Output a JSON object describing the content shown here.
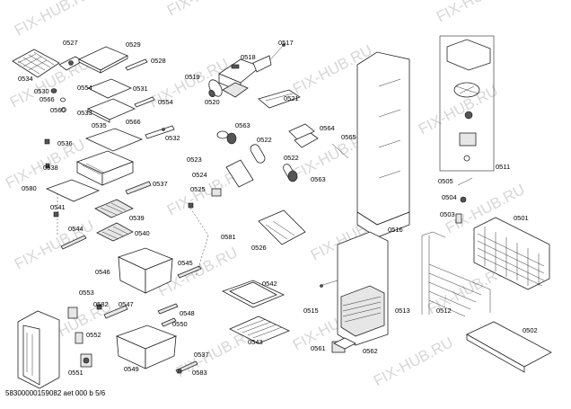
{
  "watermark": "FIX-HUB.RU",
  "footer": "58300000159082 aet 000 b 5/6",
  "parts": [
    "0527",
    "0529",
    "0534",
    "0528",
    "0530",
    "0566",
    "0554",
    "0560",
    "0531",
    "0533",
    "0554",
    "0566",
    "0535",
    "0532",
    "0536",
    "0538",
    "0537",
    "0580",
    "0541",
    "0539",
    "0544",
    "0540",
    "0546",
    "0545",
    "0581",
    "0553",
    "0547",
    "0548",
    "0582",
    "0550",
    "0552",
    "0551",
    "0549",
    "0537",
    "0583",
    "0517",
    "0518",
    "0519",
    "0520",
    "0521",
    "0563",
    "0564",
    "0522",
    "0565",
    "0523",
    "0522",
    "0524",
    "0563",
    "0525",
    "0526",
    "0542",
    "0543",
    "0515",
    "0513",
    "0561",
    "0562",
    "0516",
    "0512",
    "0511",
    "0505",
    "0504",
    "0503",
    "0501",
    "0502"
  ]
}
